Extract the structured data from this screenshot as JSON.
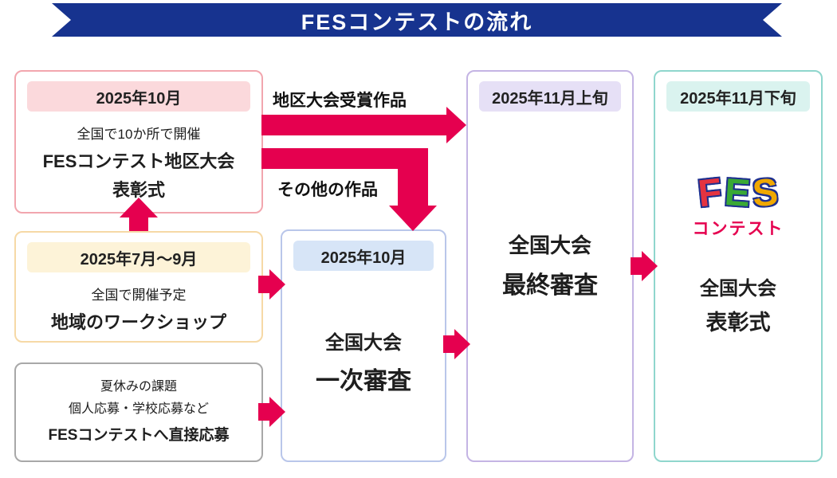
{
  "banner": {
    "title": "FESコンテストの流れ"
  },
  "arrow_labels": {
    "winners": "地区大会受賞作品",
    "others": "その他の作品"
  },
  "boxes": {
    "district": {
      "date": "2025年10月",
      "line1": "全国で10か所で開催",
      "line2": "FESコンテスト地区大会",
      "line3": "表彰式"
    },
    "workshop": {
      "date": "2025年7月〜9月",
      "line1": "全国で開催予定",
      "line2": "地域のワークショップ"
    },
    "direct": {
      "line1": "夏休みの課題",
      "line2": "個人応募・学校応募など",
      "line3": "FESコンテストへ直接応募"
    },
    "first_round": {
      "date": "2025年10月",
      "line1": "全国大会",
      "line2": "一次審査"
    },
    "final": {
      "date": "2025年11月上旬",
      "line1": "全国大会",
      "line2": "最終審査"
    },
    "award": {
      "date": "2025年11月下旬",
      "logo": {
        "f": "F",
        "e": "E",
        "s": "S",
        "sub": "コンテスト"
      },
      "line1": "全国大会",
      "line2": "表彰式"
    }
  },
  "colors": {
    "banner_blue": "#17338f",
    "arrow_red": "#e5004f",
    "district_border": "#f2a6ae",
    "district_header_bg": "#fbd9dc",
    "workshop_border": "#f6d9a6",
    "workshop_header_bg": "#fdf3d8",
    "direct_border": "#a8a8a8",
    "first_round_border": "#b9c6ea",
    "first_round_header_bg": "#d7e5f7",
    "final_border": "#c4b4e4",
    "final_header_bg": "#e6e0f6",
    "award_border": "#8fd6cd",
    "award_header_bg": "#daf3ef"
  }
}
